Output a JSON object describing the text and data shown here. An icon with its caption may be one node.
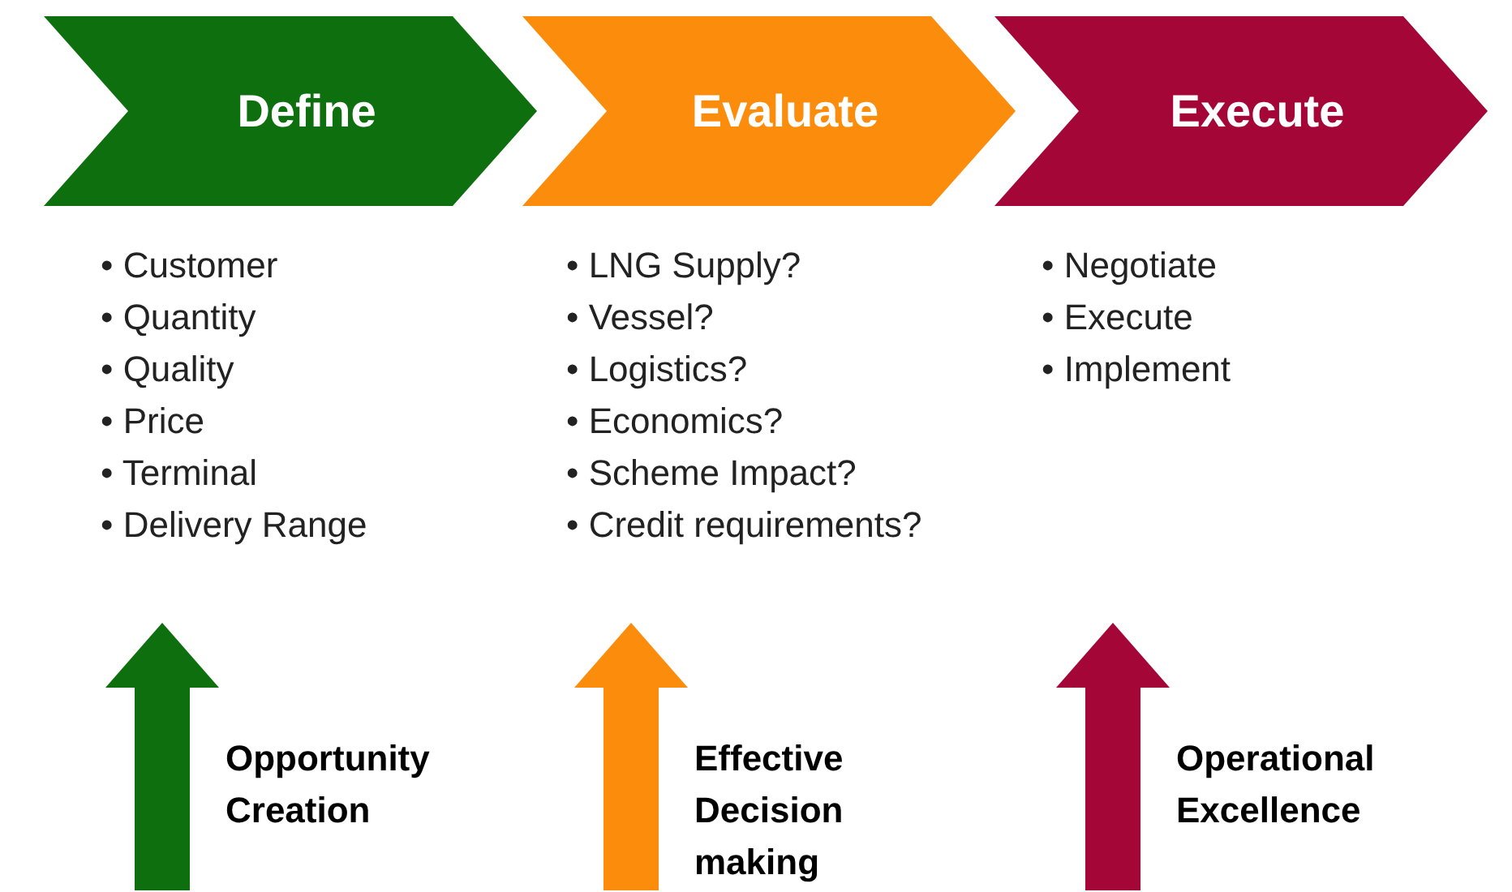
{
  "diagram": {
    "nodes": [
      {
        "text": [
          "Define"
        ]
      },
      {
        "text": [
          "Evaluate"
        ]
      },
      {
        "text": [
          "Execute"
        ]
      },
      {
        "text": [],
        "shape": "arrow",
        "beside": [
          "Opportunity Creation"
        ]
      },
      {
        "text": [],
        "shape": "arrow",
        "beside": [
          "Effective Decision making"
        ]
      },
      {
        "text": [],
        "shape": "arrow",
        "beside": [
          "Operational Excellence"
        ]
      }
    ],
    "labels": [
      "• Customer",
      "• Quantity",
      "• Quality",
      "• Price",
      "• Terminal",
      "• Delivery Range",
      "• LNG Supply?",
      "• Vessel?",
      "• Logistics?",
      "• Economics?",
      "• Scheme Impact?",
      "• Credit requirements?",
      "• Negotiate",
      "• Execute",
      "• Implement"
    ]
  }
}
